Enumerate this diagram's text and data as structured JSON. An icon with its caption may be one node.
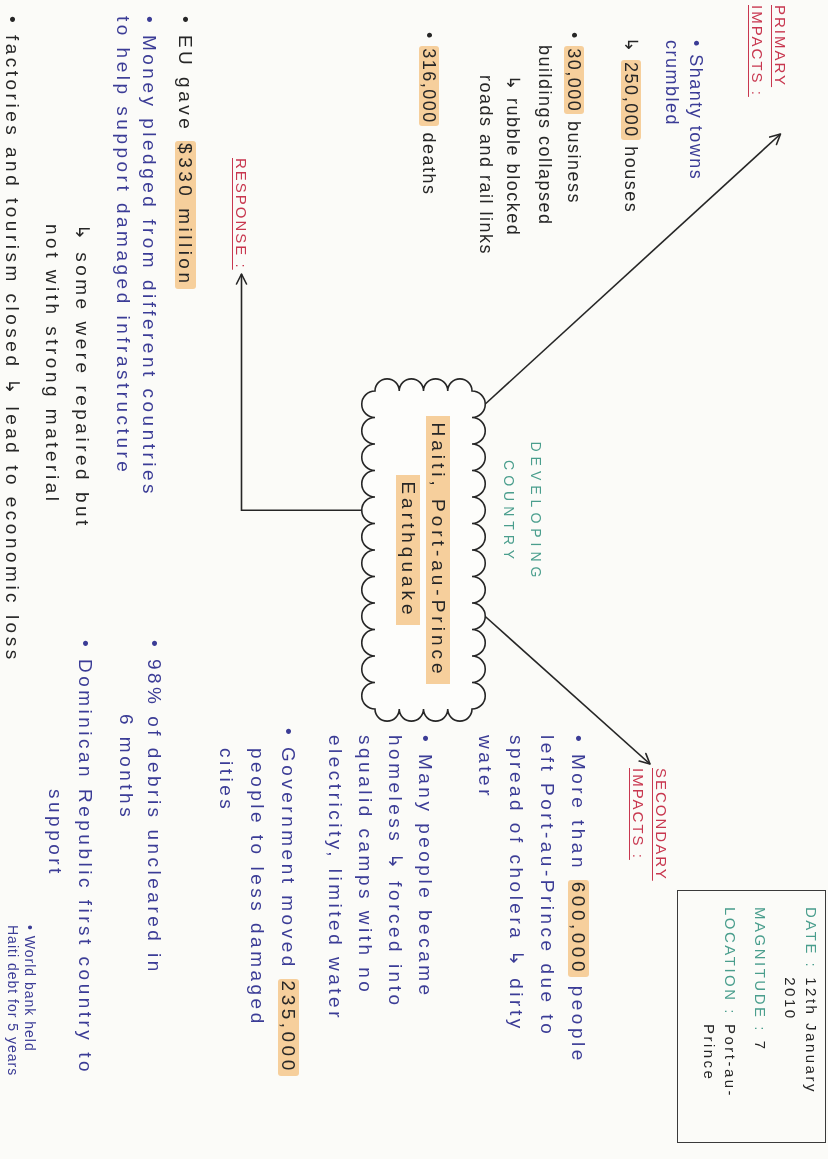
{
  "diagram": {
    "nodes": [
      {
        "text": [
          "PRIMARY IMPACTS :"
        ]
      },
      {
        "text": [
          "Haiti, Port-au-Prince",
          "Earthquake"
        ],
        "beside": [
          "DEVELOPING COUNTRY"
        ]
      },
      {
        "text": [
          "RESPONSE :"
        ]
      },
      {
        "text": [
          "SECONDARY IMPACTS :"
        ]
      },
      {
        "text": [
          "DATE :",
          "12th January 2010",
          "MAGNITUDE :",
          "7",
          "LOCATION :",
          "Port-au-Prince"
        ]
      }
    ],
    "edges": [
      {
        "from": 1,
        "to": 0,
        "arrow": "to"
      },
      {
        "from": 1,
        "to": 3,
        "arrow": "to"
      },
      {
        "from": 1,
        "to": 2,
        "arrow": "to"
      }
    ],
    "labels": [
      "• Shanty towns crumbled",
      "↳ **250,000** houses",
      "• **30,000** business buildings collapsed",
      "↳ rubble blocked roads and rail links",
      "• **316,000** deaths",
      "• More than **600,000** people left Port-au-Prince due to spread of cholera ↳ dirty water",
      "• Many people became homeless ↳ forced into squalid camps with no electricity, limited water",
      "• Government moved **235,000** people to less damaged cities",
      "• 98% of debris uncleared in 6 months",
      "• Dominican Republic first country to support",
      "• World bank held Haiti debt for 5 years",
      "• EU gave **$330 million**",
      "• Money pledged from different countries to help support damaged infrastructure",
      "↳ some were repaired but not with strong material",
      "• factories and tourism closed ↳ lead to economic loss"
    ]
  }
}
